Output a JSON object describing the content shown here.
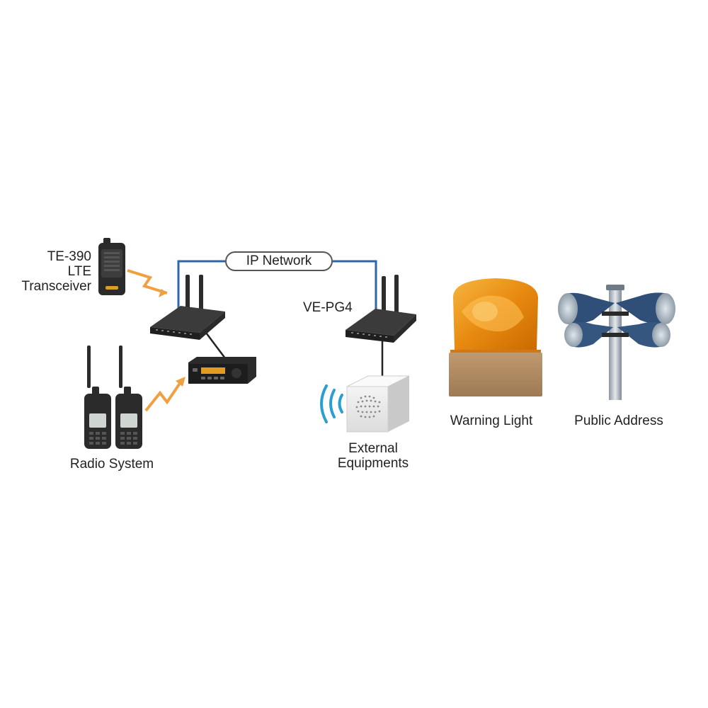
{
  "labels": {
    "te390_line1": "TE-390",
    "te390_line2": "LTE",
    "te390_line3": "Transceiver",
    "ip_network": "IP Network",
    "vepg4": "VE-PG4",
    "radio_system": "Radio System",
    "external_line1": "External",
    "external_line2": "Equipments",
    "warning_light": "Warning Light",
    "public_address": "Public Address"
  },
  "icons": {
    "lte_transceiver": "lte-transceiver-icon",
    "gateway_left": "gateway-router-icon",
    "gateway_right": "vepg4-router-icon",
    "mobile_radio": "mobile-radio-icon",
    "handheld_radios": "handheld-radio-icon",
    "speaker_box": "speaker-box-icon",
    "warning_light": "warning-light-icon",
    "horn_speakers": "horn-speaker-icon"
  },
  "colors": {
    "network_line": "#2f66a8",
    "wireless_bolt": "#f0a040",
    "sound_waves": "#2a9fd0",
    "warning_amber": "#f29a1a"
  }
}
